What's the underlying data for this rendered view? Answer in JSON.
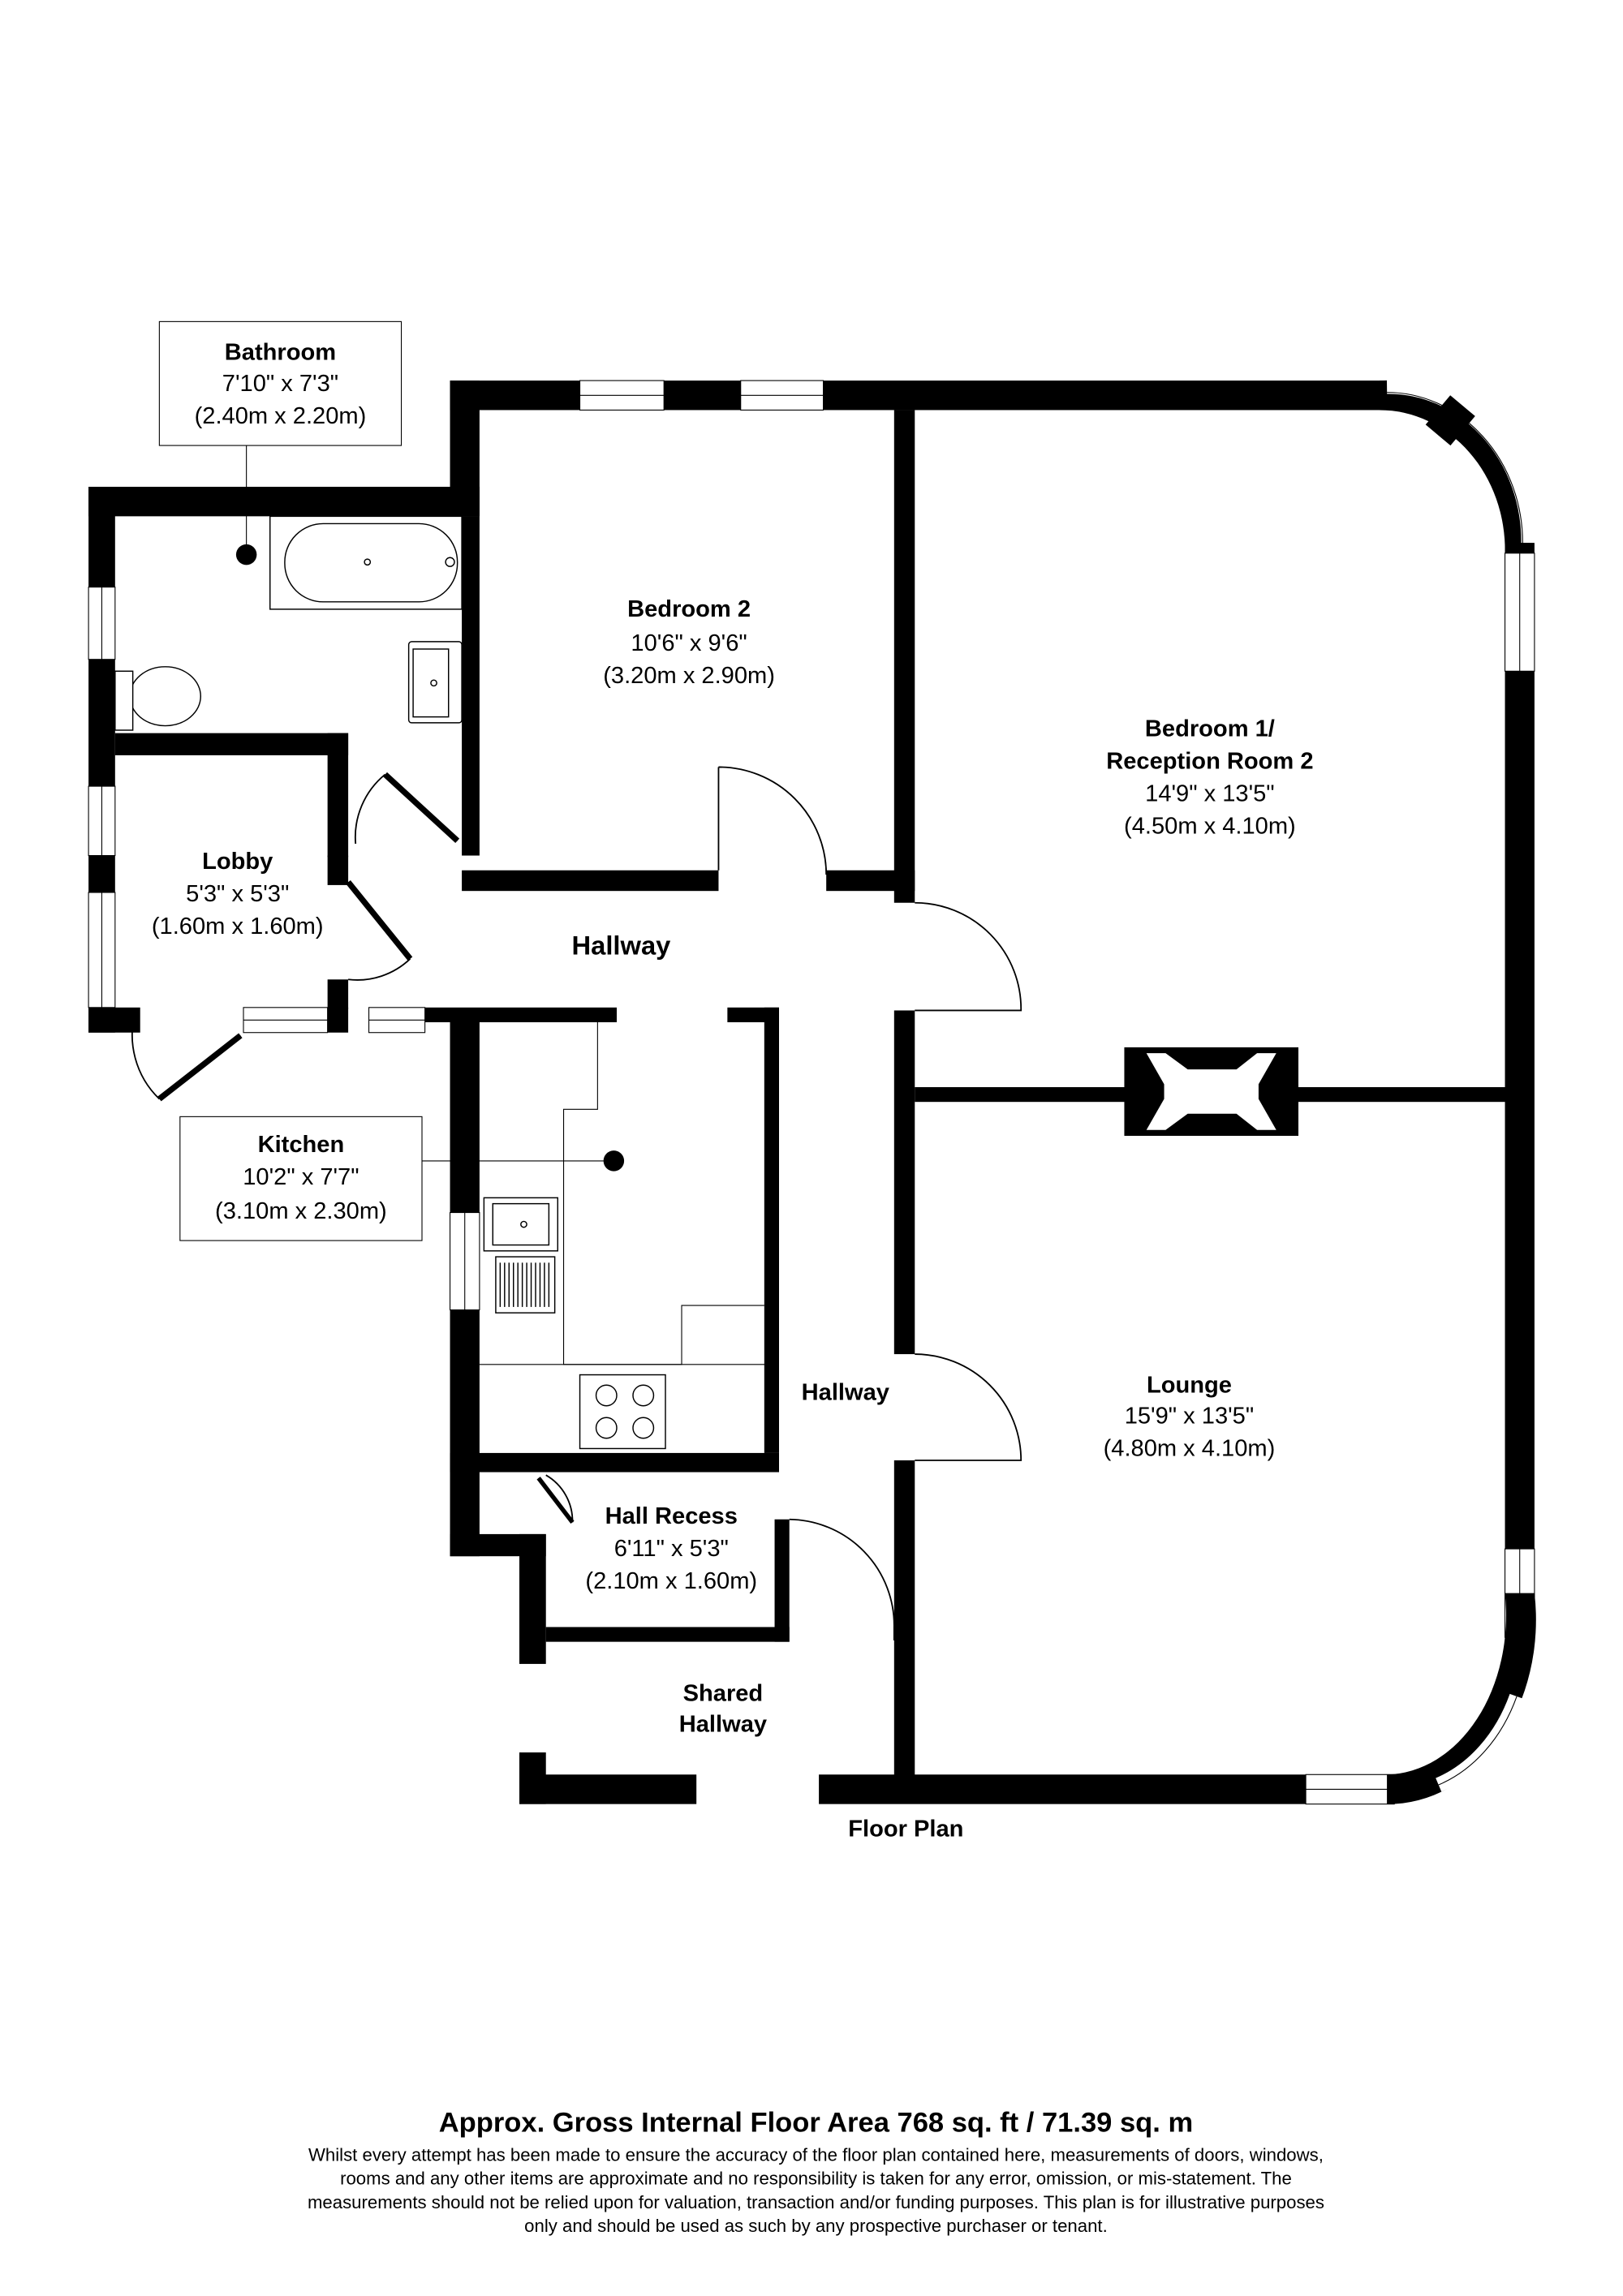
{
  "rooms": {
    "bathroom": {
      "name": "Bathroom",
      "imperial": "7'10\" x 7'3\"",
      "metric": "(2.40m x 2.20m)"
    },
    "bedroom2": {
      "name": "Bedroom 2",
      "imperial": "10'6\" x 9'6\"",
      "metric": "(3.20m x 2.90m)"
    },
    "bedroom1": {
      "name": "Bedroom 1/",
      "name2": "Reception Room 2",
      "imperial": "14'9\" x 13'5\"",
      "metric": "(4.50m x 4.10m)"
    },
    "lobby": {
      "name": "Lobby",
      "imperial": "5'3\" x 5'3\"",
      "metric": "(1.60m x 1.60m)"
    },
    "hallway_upper": {
      "name": "Hallway"
    },
    "kitchen": {
      "name": "Kitchen",
      "imperial": "10'2\" x 7'7\"",
      "metric": "(3.10m x 2.30m)"
    },
    "hallway_lower": {
      "name": "Hallway"
    },
    "lounge": {
      "name": "Lounge",
      "imperial": "15'9\" x 13'5\"",
      "metric": "(4.80m x 4.10m)"
    },
    "hall_recess": {
      "name": "Hall Recess",
      "imperial": "6'11\" x 5'3\"",
      "metric": "(2.10m x 1.60m)"
    },
    "shared_hallway": {
      "name": "Shared",
      "name2": "Hallway"
    }
  },
  "plan_label": "Floor Plan",
  "footer": {
    "area": "Approx. Gross Internal Floor Area 768 sq. ft / 71.39 sq. m",
    "disclaimer": [
      "Whilst every attempt has been made to ensure the accuracy of the floor plan contained here, measurements of doors, windows,",
      "rooms and any other items are approximate and no responsibility is taken for any error, omission, or mis-statement. The",
      "measurements should not be relied upon for valuation, transaction and/or funding purposes. This plan is for illustrative purposes",
      "only and should be used as such by any prospective purchaser or tenant."
    ]
  },
  "colors": {
    "wall": "#000000",
    "background": "#ffffff"
  }
}
